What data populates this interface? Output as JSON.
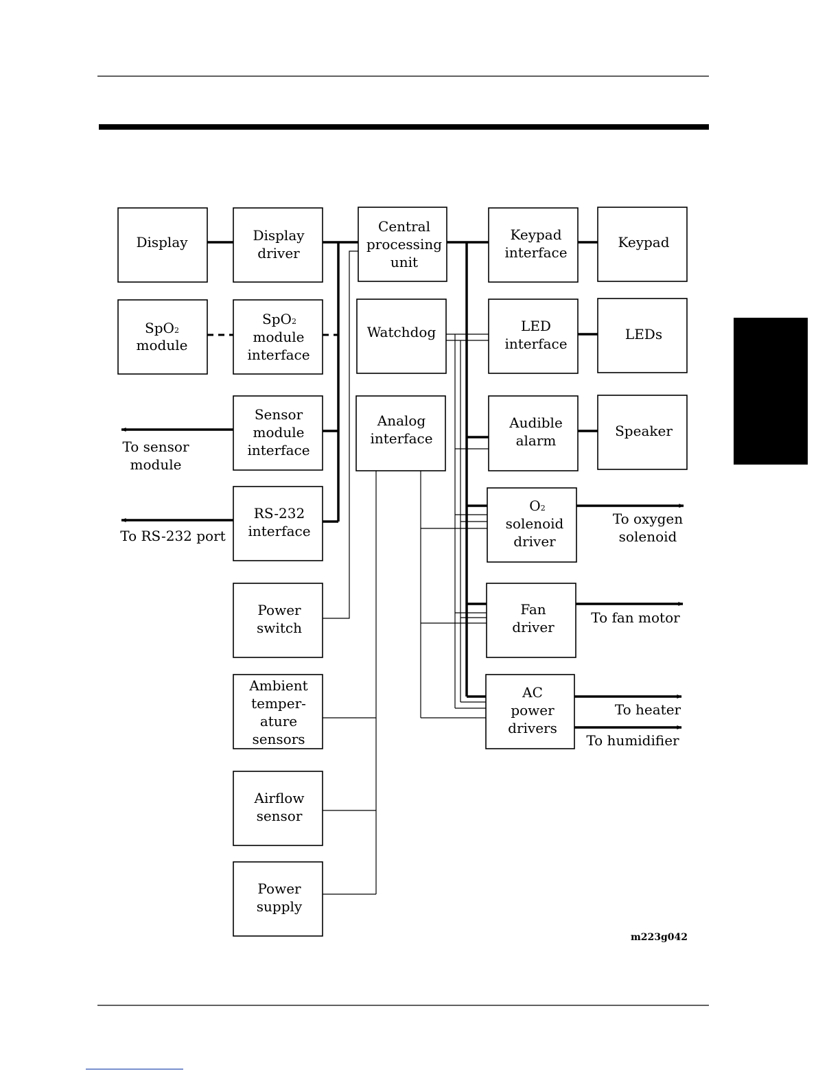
{
  "diagram": {
    "blocks": {
      "display": [
        "Display"
      ],
      "display_driver": [
        "Display",
        "driver"
      ],
      "cpu": [
        "Central",
        "processing",
        "unit"
      ],
      "keypad_interface": [
        "Keypad",
        "interface"
      ],
      "keypad": [
        "Keypad"
      ],
      "spo2_module": {
        "prefix": "SpO",
        "sub": "2",
        "rest": "module"
      },
      "spo2_interface": {
        "prefix": "SpO",
        "sub": "2",
        "rest1": "module",
        "rest2": "interface"
      },
      "watchdog": [
        "Watchdog"
      ],
      "led_interface": [
        "LED",
        "interface"
      ],
      "leds": [
        "LEDs"
      ],
      "sensor_interface": [
        "Sensor",
        "module",
        "interface"
      ],
      "analog_interface": [
        "Analog",
        "interface"
      ],
      "audible_alarm": [
        "Audible",
        "alarm"
      ],
      "speaker": [
        "Speaker"
      ],
      "rs232_interface": [
        "RS-232",
        "interface"
      ],
      "o2_driver": {
        "prefix": "O",
        "sub": "2",
        "rest1": "solenoid",
        "rest2": "driver"
      },
      "power_switch": [
        "Power",
        "switch"
      ],
      "fan_driver": [
        "Fan",
        "driver"
      ],
      "ambient_sensors": [
        "Ambient",
        "temper-",
        "ature",
        "sensors"
      ],
      "ac_drivers": [
        "AC",
        "power",
        "drivers"
      ],
      "airflow_sensor": [
        "Airflow",
        "sensor"
      ],
      "power_supply": [
        "Power",
        "supply"
      ]
    },
    "outputs": {
      "to_sensor": [
        "To sensor",
        "module"
      ],
      "to_rs232": [
        "To RS-232 port"
      ],
      "to_oxygen": [
        "To oxygen",
        "solenoid"
      ],
      "to_fan": [
        "To fan motor"
      ],
      "to_heater": [
        "To heater"
      ],
      "to_humidifier": [
        "To humidifier"
      ]
    },
    "figure_id": "m223g042"
  }
}
